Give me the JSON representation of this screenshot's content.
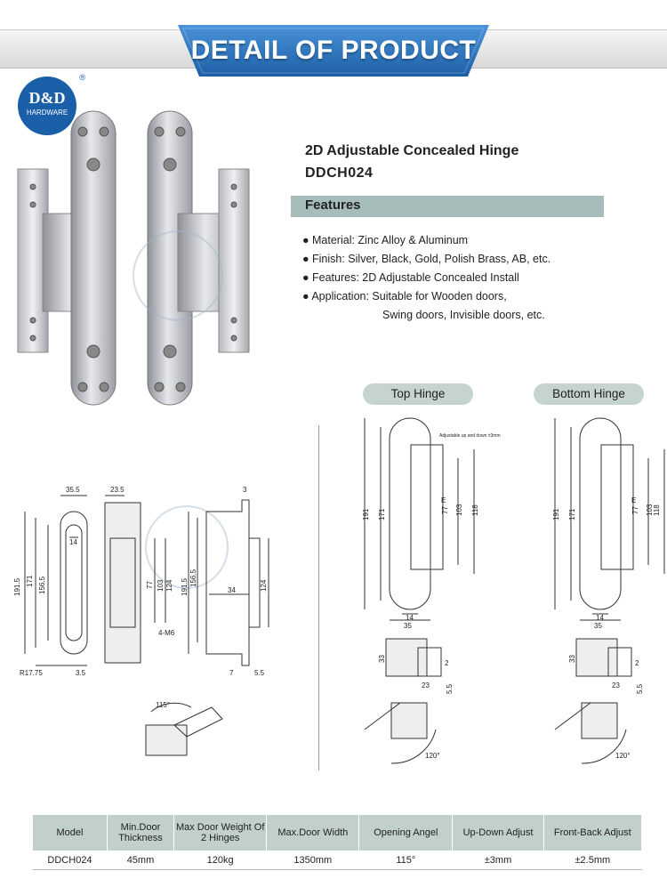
{
  "banner": {
    "title": "DETAIL OF PRODUCT"
  },
  "logo": {
    "brand": "D&D",
    "sub": "HARDWARE",
    "reg": "®"
  },
  "product": {
    "name": "2D Adjustable Concealed Hinge",
    "code": "DDCH024"
  },
  "features": {
    "heading": "Features",
    "items": [
      "● Material: Zinc Alloy & Aluminum",
      "● Finish: Silver, Black, Gold, Polish Brass, AB, etc.",
      "● Features: 2D Adjustable Concealed Install",
      "● Application: Suitable for Wooden doors,"
    ],
    "continuation": "Swing doors, Invisible doors, etc."
  },
  "hinge_labels": {
    "top": "Top Hinge",
    "bottom": "Bottom Hinge"
  },
  "drawing_dims": {
    "d355": "35.5",
    "d235": "23.5",
    "d3": "3",
    "d14": "14",
    "d1915": "191.5",
    "d171": "171",
    "d1565": "156.5",
    "d77": "77",
    "d103": "103",
    "d124": "124",
    "d34": "34",
    "m6": "4-M6",
    "r1775": "R17.75",
    "d35b": "3.5",
    "d7": "7",
    "d55": "5.5",
    "d115": "115°",
    "d191": "191",
    "d118": "118",
    "d35": "35",
    "d33": "33",
    "d2": "2",
    "d23": "23",
    "d120": "120°",
    "adj": "Adjustable up and down ±3mm",
    "e": "E"
  },
  "specs": {
    "headers": [
      "Model",
      "Min.Door Thickness",
      "Max Door Weight Of 2 Hinges",
      "Max.Door Width",
      "Opening Angel",
      "Up-Down Adjust",
      "Front-Back Adjust"
    ],
    "row": [
      "DDCH024",
      "45mm",
      "120kg",
      "1350mm",
      "115°",
      "±3mm",
      "±2.5mm"
    ]
  },
  "colors": {
    "banner": "#2e78c4",
    "features_bar": "#a7bdbb",
    "pill": "#c5d3d1",
    "table_header": "#c1cfcd",
    "logo": "#1a5fa8"
  }
}
